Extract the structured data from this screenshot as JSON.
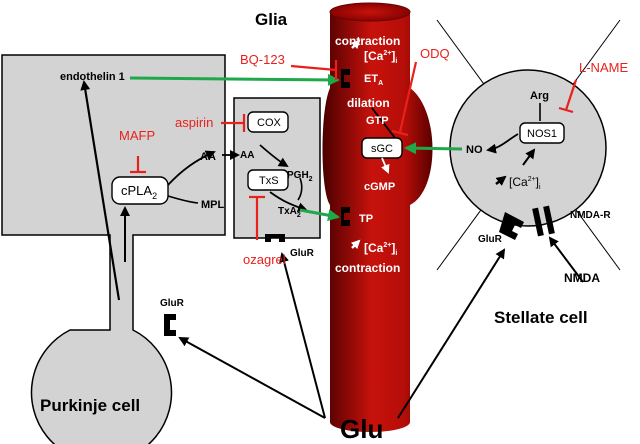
{
  "glia": {
    "title": "Glia"
  },
  "purkinje": {
    "title": "Purkinje cell",
    "endothelin": "endothelin 1",
    "cpla2_main": "cPLA",
    "cpla2_sub": "2",
    "aa": "AA",
    "mpl": "MPL",
    "glur": "GluR"
  },
  "glia_cell": {
    "cox": "COX",
    "aa": "AA",
    "pgh_main": "PGH",
    "pgh_sub": "2",
    "txs": "TxS",
    "txa_main": "TxA",
    "txa_sub": "2",
    "glur": "GluR"
  },
  "inhibitors": {
    "bq123": "BQ-123",
    "aspirin": "aspirin",
    "mafp": "MAFP",
    "ozagrel": "ozagrel",
    "odq": "ODQ",
    "lname": "L-NAME"
  },
  "vessel": {
    "contraction_top": "contraction",
    "ca_top": "[Ca",
    "ca_top_sup": "2+",
    "ca_top_close": "]",
    "ca_top_sub": "i",
    "eta_main": "ET",
    "eta_sub": "A",
    "dilation": "dilation",
    "gtp": "GTP",
    "sgc": "sGC",
    "cgmp": "cGMP",
    "tp": "TP",
    "ca_bottom": "[Ca",
    "ca_bottom_sup": "2+",
    "ca_bottom_close": "]",
    "ca_bottom_sub": "i",
    "contraction_bottom": "contraction"
  },
  "stellate": {
    "title": "Stellate cell",
    "arg": "Arg",
    "nos1": "NOS1",
    "no": "NO",
    "ca": "[Ca",
    "ca_sup": "2+",
    "ca_close": "]",
    "ca_sub": "i",
    "glur": "GluR",
    "nmda_r": "NMDA-R",
    "nmda": "NMDA"
  },
  "glu": "Glu",
  "colors": {
    "cell_fill": "#d3d3d3",
    "vessel_dark": "#4a0000",
    "vessel_bright": "#c8120c",
    "green_arrow": "#1ea84a",
    "inhibitor_red": "#e8211c"
  }
}
